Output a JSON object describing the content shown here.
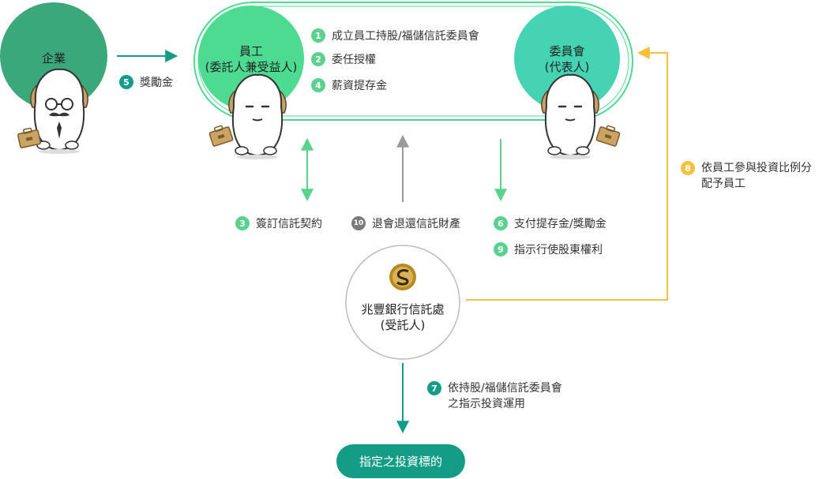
{
  "nodes": {
    "enterprise": "企業",
    "employee": [
      "員工",
      "(委託人兼受益人)"
    ],
    "committee": [
      "委員會",
      "(代表人)"
    ],
    "trustee": [
      "兆豐銀行信託處",
      "(受託人)"
    ],
    "target": "指定之投資標的"
  },
  "steps": [
    {
      "num": "1",
      "text": "成立員工持股/福儲信託委員會"
    },
    {
      "num": "2",
      "text": "委任授權"
    },
    {
      "num": "4",
      "text": "薪資提存金"
    },
    {
      "num": "5",
      "text": "獎勵金"
    },
    {
      "num": "3",
      "text": "簽訂信託契約"
    },
    {
      "num": "10",
      "text": "退會退還信託財產"
    },
    {
      "num": "6",
      "text": "支付提存金/獎勵金"
    },
    {
      "num": "9",
      "text": "指示行使股東權利"
    },
    {
      "num": "8",
      "lines": [
        "依員工參與投資比例分",
        "配予員工"
      ]
    },
    {
      "num": "7",
      "lines": [
        "依持股/福儲信託委員會",
        "之指示投資運用"
      ]
    }
  ],
  "colors": {
    "green": "#5ad28e",
    "light_green": "#4cdb90",
    "dark_green": "#3aa87a",
    "teal": "#159c87",
    "committee_teal": "#45d3b4",
    "gray": "#9a9a9a",
    "yellow": "#f6c23e"
  },
  "icons": [
    "mascot-with-glasses-icon",
    "mascot-icon",
    "briefcase-icon",
    "bank-logo-icon"
  ]
}
